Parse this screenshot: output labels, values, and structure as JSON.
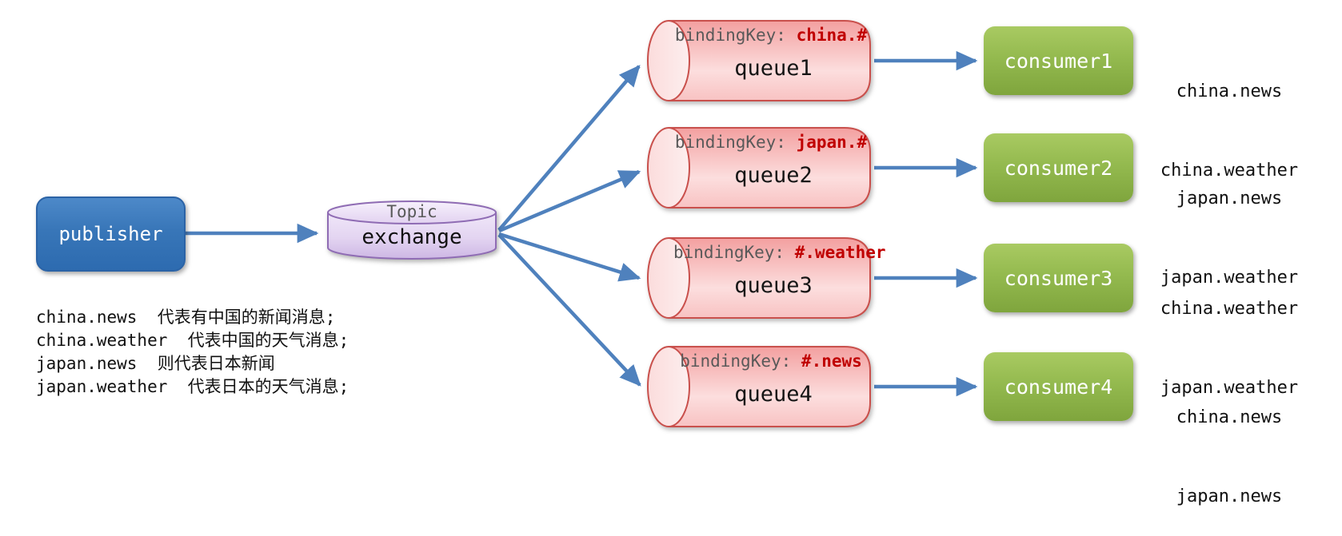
{
  "publisher": {
    "label": "publisher"
  },
  "exchange": {
    "type_label": "Topic",
    "name": "exchange"
  },
  "labels": {
    "binding_prefix": "bindingKey: "
  },
  "rows": [
    {
      "binding_key": "china.#",
      "queue": "queue1",
      "consumer": "consumer1",
      "messages": [
        "china.news",
        "china.weather"
      ]
    },
    {
      "binding_key": "japan.#",
      "queue": "queue2",
      "consumer": "consumer2",
      "messages": [
        "japan.news",
        "japan.weather"
      ]
    },
    {
      "binding_key": "#.weather",
      "queue": "queue3",
      "consumer": "consumer3",
      "messages": [
        "china.weather",
        "japan.weather"
      ]
    },
    {
      "binding_key": "#.news",
      "queue": "queue4",
      "consumer": "consumer4",
      "messages": [
        "china.news",
        "japan.news"
      ]
    }
  ],
  "legend": {
    "lines": [
      "china.news  代表有中国的新闻消息;",
      "china.weather  代表中国的天气消息;",
      "japan.news  则代表日本新闻",
      "japan.weather  代表日本的天气消息;"
    ]
  },
  "colors": {
    "arrow": "#4f81bd",
    "publisher_blue": "#3876b8",
    "exchange_purple_border": "#8f6cb4",
    "queue_red_border": "#c9504c",
    "binding_key_red": "#c00000",
    "binding_label_gray": "#595959",
    "consumer_green": "#94ba4f"
  }
}
